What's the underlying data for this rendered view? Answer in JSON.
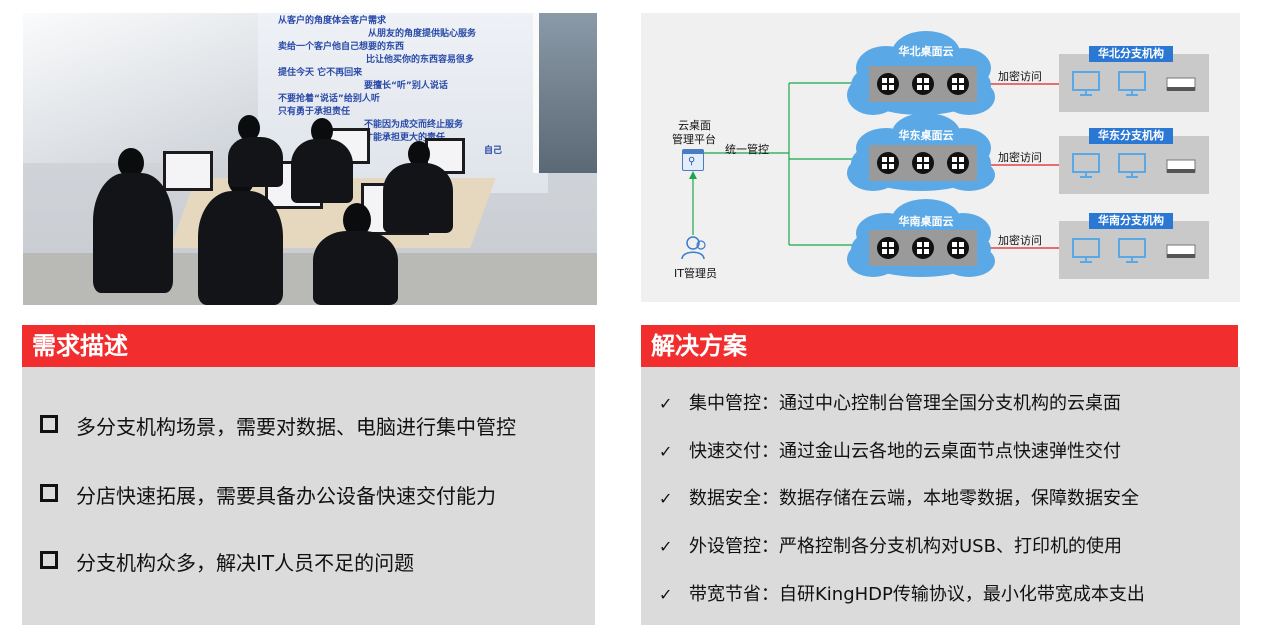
{
  "photo": {
    "wall_lines": [
      "从客户的角度体会客户需求",
      "从朋友的角度提供贴心服务",
      "卖给一个客户他自己想要的东西",
      "比让他买你的东西容易很多",
      "提住今天  它不再回来",
      "要擅长“听”别人说话",
      "不要抢着“说话”给别人听",
      "只有勇于承担责任",
      "不能因为成交而终止服务",
      "才能承担更大的责任",
      "自己"
    ]
  },
  "diagram": {
    "clouds": [
      {
        "label": "华北桌面云"
      },
      {
        "label": "华东桌面云"
      },
      {
        "label": "华南桌面云"
      }
    ],
    "branches": [
      {
        "label": "华北分支机构"
      },
      {
        "label": "华东分支机构"
      },
      {
        "label": "华南分支机构"
      }
    ],
    "encrypted_label": "加密访问",
    "platform_label_1": "云桌面",
    "platform_label_2": "管理平台",
    "unified_control": "统一管控",
    "it_admin": "IT管理员",
    "colors": {
      "green": "#1aa64a",
      "red": "#e02020",
      "cloud": "#5aa9e6",
      "branch_label": "#2a78d4"
    }
  },
  "needs": {
    "title": "需求描述",
    "items": [
      "多分支机构场景，需要对数据、电脑进行集中管控",
      "分店快速拓展，需要具备办公设备快速交付能力",
      "分支机构众多，解决IT人员不足的问题"
    ]
  },
  "solution": {
    "title": "解决方案",
    "items": [
      "集中管控：通过中心控制台管理全国分支机构的云桌面",
      "快速交付：通过金山云各地的云桌面节点快速弹性交付",
      "数据安全：数据存储在云端，本地零数据，保障数据安全",
      "外设管控：严格控制各分支机构对USB、打印机的使用",
      "带宽节省：自研KingHDP传输协议，最小化带宽成本支出"
    ]
  },
  "colors": {
    "accent": "#f22d2d",
    "panel_bg": "#dbdbdb"
  }
}
